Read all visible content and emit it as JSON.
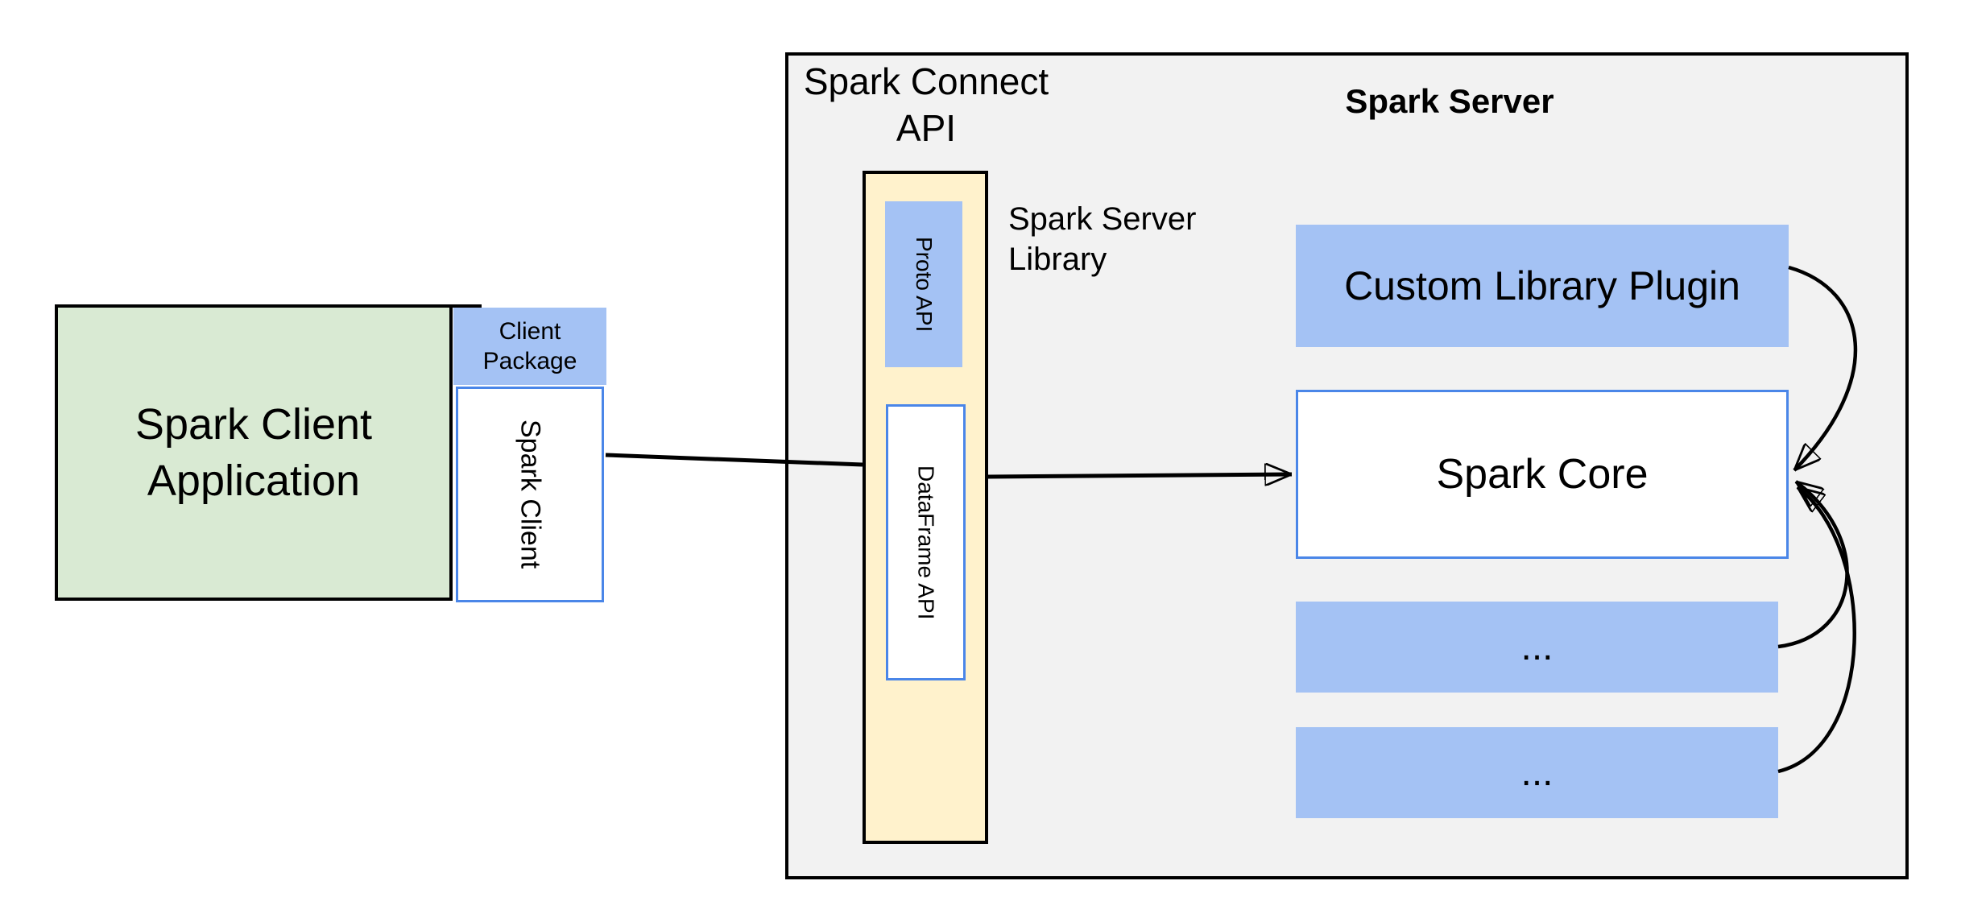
{
  "diagram": {
    "client": {
      "app_label": "Spark Client\nApplication",
      "package_label": "Client\nPackage",
      "client_label": "Spark Client"
    },
    "connect_api": {
      "title": "Spark Connect\nAPI",
      "proto_label": "Proto API",
      "dataframe_label": "DataFrame API",
      "server_library_label": "Spark Server\nLibrary"
    },
    "server": {
      "title": "Spark Server",
      "plugin_label": "Custom Library Plugin",
      "core_label": "Spark Core",
      "ellipsis_1": "...",
      "ellipsis_2": "..."
    },
    "colors": {
      "server_background": "#f2f2f2",
      "client_green": "#d9ead3",
      "accent_blue_fill": "#a4c2f4",
      "accent_blue_border": "#4a86e8",
      "api_yellow": "#fff2cc",
      "line_black": "#000000"
    },
    "connectors": [
      {
        "from": "spark-client",
        "to": "spark-connect-api-bar",
        "arrow": false
      },
      {
        "from": "spark-connect-api-bar",
        "to": "spark-core-left",
        "arrow": true
      },
      {
        "from": "custom-library-plugin",
        "to": "spark-core-right",
        "arrow": true
      },
      {
        "from": "ellipsis-box-1",
        "to": "spark-core-right",
        "arrow": true
      },
      {
        "from": "ellipsis-box-2",
        "to": "spark-core-right",
        "arrow": true
      }
    ]
  }
}
